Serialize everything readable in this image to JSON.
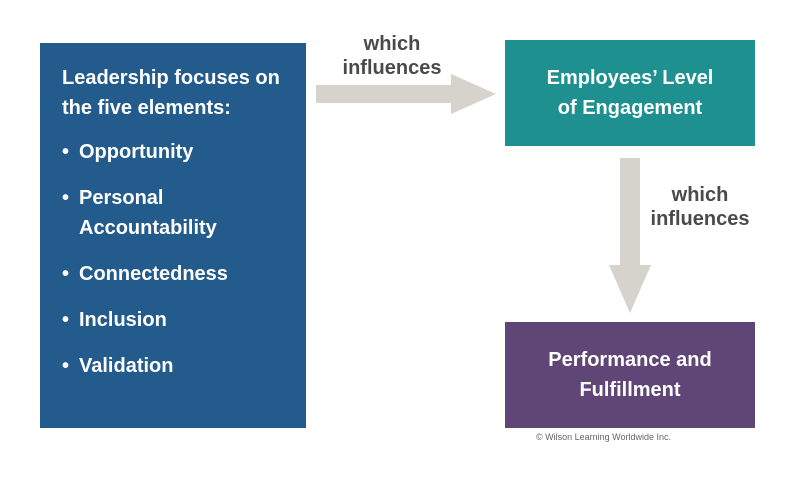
{
  "colors": {
    "leadership_box": "#235b8c",
    "engagement_box": "#1e9090",
    "performance_box": "#5f4677",
    "arrow": "#d6d3cc",
    "connector_text": "#4a4a4a"
  },
  "leadership": {
    "title_line1": "Leadership focuses on",
    "title_line2": "the five elements:",
    "bullet": "•",
    "elements": [
      {
        "line1": "Opportunity",
        "line2": ""
      },
      {
        "line1": "Personal",
        "line2": "Accountability"
      },
      {
        "line1": "Connectedness",
        "line2": ""
      },
      {
        "line1": "Inclusion",
        "line2": ""
      },
      {
        "line1": "Validation",
        "line2": ""
      }
    ]
  },
  "engagement": {
    "line1": "Employees’ Level",
    "line2": "of Engagement"
  },
  "performance": {
    "line1": "Performance and",
    "line2": "Fulfillment"
  },
  "connector_1": {
    "line1": "which",
    "line2": "influences"
  },
  "connector_2": {
    "line1": "which",
    "line2": "influences"
  },
  "copyright": "© Wilson Learning Worldwide Inc."
}
